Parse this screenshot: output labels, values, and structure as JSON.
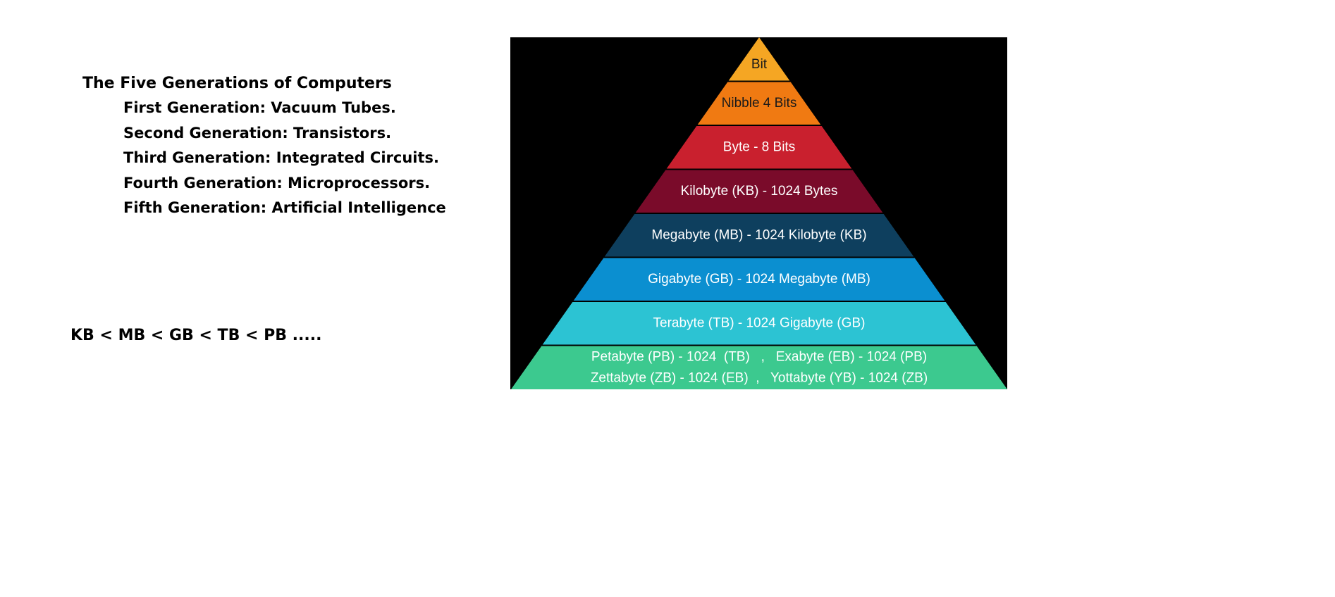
{
  "generations": {
    "title": "The Five Generations of Computers",
    "items": [
      "First Generation: Vacuum Tubes.",
      "Second Generation: Transistors.",
      "Third Generation: Integrated Circuits.",
      "Fourth Generation: Microprocessors.",
      "Fifth Generation: Artificial Intelligence"
    ]
  },
  "order_text": "KB < MB < GB < TB < PB .....",
  "pyramid": {
    "background": "#000000",
    "divider_color": "#ffffff",
    "tiers": [
      {
        "lines": [
          "Bit"
        ],
        "color": "#F5A623",
        "text_color": "#1a1a1a"
      },
      {
        "lines": [
          "Nibble 4 Bits"
        ],
        "color": "#F07A12",
        "text_color": "#1a1a1a"
      },
      {
        "lines": [
          "Byte - 8 Bits"
        ],
        "color": "#C9202E",
        "text_color": "#ffffff"
      },
      {
        "lines": [
          "Kilobyte (KB) - 1024 Bytes"
        ],
        "color": "#7A0B2A",
        "text_color": "#ffffff"
      },
      {
        "lines": [
          "Megabyte (MB) - 1024 Kilobyte (KB)"
        ],
        "color": "#0E3F5E",
        "text_color": "#ffffff"
      },
      {
        "lines": [
          "Gigabyte (GB) - 1024 Megabyte (MB)"
        ],
        "color": "#0B8FD0",
        "text_color": "#ffffff"
      },
      {
        "lines": [
          "Terabyte (TB) - 1024 Gigabyte (GB)"
        ],
        "color": "#2CC3D3",
        "text_color": "#ffffff"
      },
      {
        "lines": [
          "Petabyte (PB) - 1024  (TB)   ,   Exabyte (EB) - 1024 (PB)",
          "Zettabyte (ZB) - 1024 (EB)  ,   Yottabyte (YB) - 1024 (ZB)"
        ],
        "color": "#3CC98F",
        "text_color": "#ffffff"
      }
    ]
  }
}
